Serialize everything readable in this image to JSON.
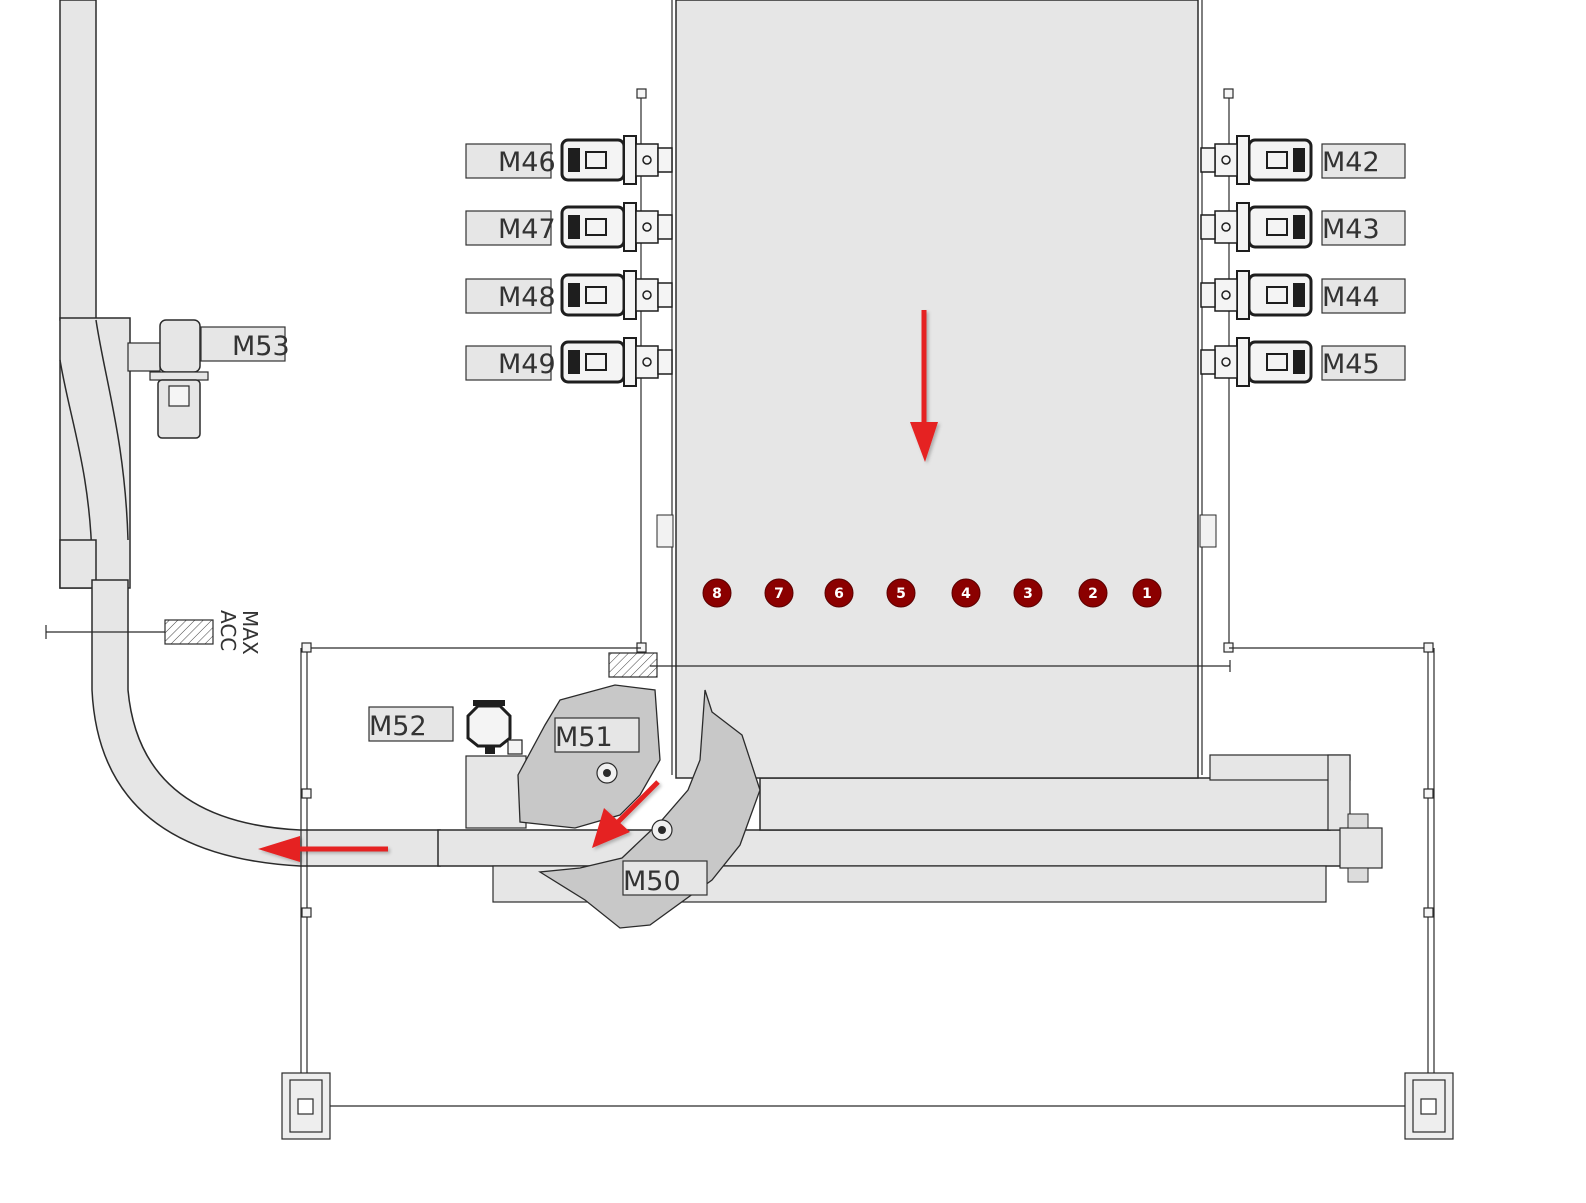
{
  "motors": {
    "m42": "M42",
    "m43": "M43",
    "m44": "M44",
    "m45": "M45",
    "m46": "M46",
    "m47": "M47",
    "m48": "M48",
    "m49": "M49",
    "m50": "M50",
    "m51": "M51",
    "m52": "M52",
    "m53": "M53"
  },
  "sensor_label": {
    "line1": "MAX",
    "line2": "ACC"
  },
  "position_markers": [
    "1",
    "2",
    "3",
    "4",
    "5",
    "6",
    "7",
    "8"
  ],
  "colors": {
    "belt_fill": "#e6e6e6",
    "line": "#2b2b2b",
    "flow_arrow": "#e52020",
    "marker": "#8b0000",
    "motor_dark": "#1e1e1e",
    "switch_fill": "#c8c8c8"
  },
  "icons": [
    "flow-arrow-icon",
    "gear-motor-icon",
    "sensor-icon",
    "position-marker-icon"
  ]
}
